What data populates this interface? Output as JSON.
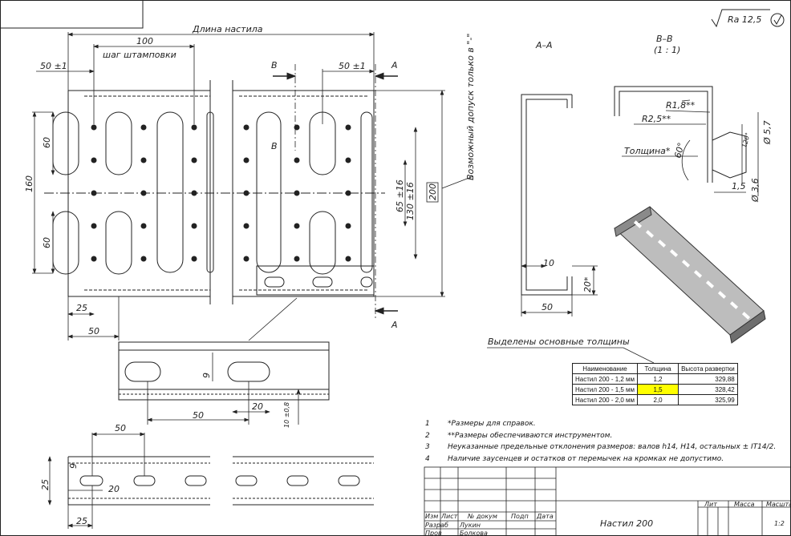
{
  "roughness": "Ra 12,5",
  "labels": {
    "deck_length": "Длина настила",
    "d100": "100",
    "stamp_step": "шаг штамповки",
    "d50_left": "50 ±1",
    "d50_right": "50 ±1",
    "section_B_top": "В",
    "section_B_bottom": "В",
    "section_A_top": "А",
    "section_A_bottom": "А",
    "d60_top": "60",
    "d60_bottom": "60",
    "d160": "160",
    "d65": "65 ±16",
    "d130": "130 ±16",
    "d200": "200",
    "tolerance_note": "Возможный допуск только в \"-\"",
    "d25_main": "25",
    "d50_main": "50",
    "d9_side": "9",
    "d50_side": "50",
    "d20_side": "20",
    "d10_side": "10 ±0,8",
    "d50_bottom": "50",
    "d9_bottom": "9",
    "d20_bottom": "20",
    "d25_vert": "25",
    "d25_bottom": "25",
    "view_AA": "А–А",
    "view_BB": "В–В",
    "view_BB_scale": "(1 : 1)",
    "d10_section": "10",
    "d20_section": "20*",
    "d50_section": "50",
    "r18": "R1,8**",
    "r25": "R2,5**",
    "thickness": "Толщина*",
    "a60": "60°",
    "a120": "120°",
    "d57": "Ø 5,7",
    "d15": "1,5",
    "d36": "Ø 3,6",
    "thick_title": "Выделены основные толщины"
  },
  "table": {
    "headers": [
      "Наименование",
      "Толщина",
      "Высота развертки"
    ],
    "rows": [
      {
        "name": "Настил 200 - 1,2 мм",
        "thickness": "1,2",
        "height": "329,88",
        "highlight": false
      },
      {
        "name": "Настил 200 - 1,5 мм",
        "thickness": "1,5",
        "height": "328,42",
        "highlight": true
      },
      {
        "name": "Настил 200 - 2,0 мм",
        "thickness": "2,0",
        "height": "325,99",
        "highlight": false
      }
    ]
  },
  "notes": [
    {
      "n": "1",
      "text": "*Размеры для справок."
    },
    {
      "n": "2",
      "text": "**Размеры обеспечиваются инструментом."
    },
    {
      "n": "3",
      "text": "Неуказанные предельные отклонения размеров: валов h14, H14, остальных ± IT14/2."
    },
    {
      "n": "4",
      "text": "Наличие заусенцев и остатков от перемычек на кромках не допустимо."
    }
  ],
  "title_block": {
    "title": "Настил 200",
    "izm": "Изм",
    "list": "Лист",
    "doc": "№ докум",
    "sign": "Подп",
    "date": "Дата",
    "razrab": "Разраб",
    "razrab_name": "Лукин",
    "prov": "Пров",
    "prov_name": "Болкова",
    "lit": "Лит",
    "mass": "Масса",
    "scale": "Масштаб",
    "scale_value": "1:2"
  },
  "colors": {
    "line": "#222222",
    "highlight": "#ffff00",
    "axis": "#333333"
  }
}
